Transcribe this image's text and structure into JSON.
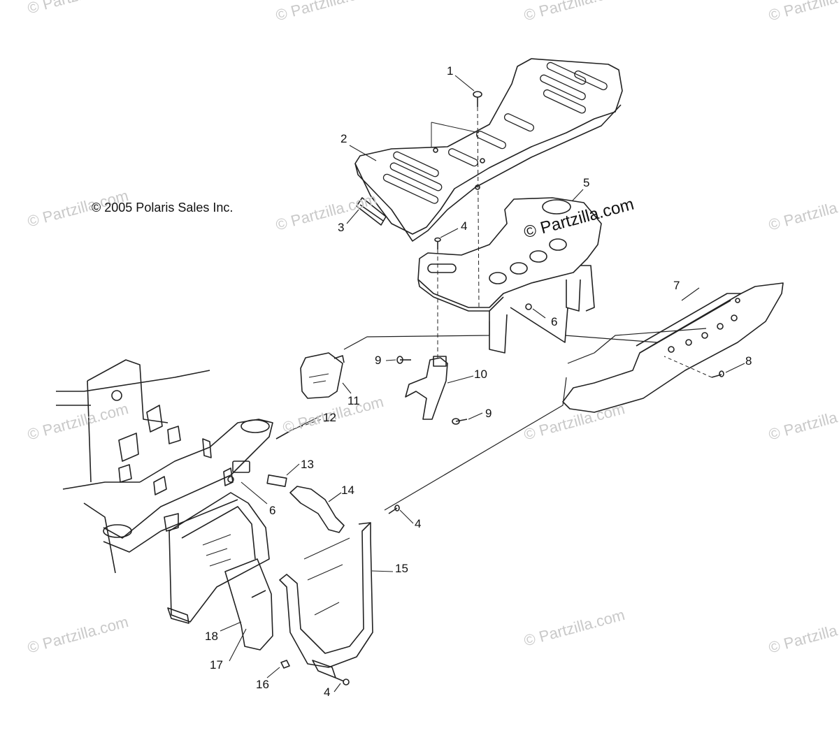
{
  "copyright": "© 2005 Polaris Sales Inc.",
  "watermark": "© Partzilla.com",
  "callouts": [
    {
      "id": "c1",
      "text": "1"
    },
    {
      "id": "c2",
      "text": "2"
    },
    {
      "id": "c3",
      "text": "3"
    },
    {
      "id": "c4a",
      "text": "4"
    },
    {
      "id": "c5",
      "text": "5"
    },
    {
      "id": "c6a",
      "text": "6"
    },
    {
      "id": "c7",
      "text": "7"
    },
    {
      "id": "c8",
      "text": "8"
    },
    {
      "id": "c9a",
      "text": "9"
    },
    {
      "id": "c10",
      "text": "10"
    },
    {
      "id": "c11",
      "text": "11"
    },
    {
      "id": "c9b",
      "text": "9"
    },
    {
      "id": "c12",
      "text": "12"
    },
    {
      "id": "c13",
      "text": "13"
    },
    {
      "id": "c6b",
      "text": "6"
    },
    {
      "id": "c14",
      "text": "14"
    },
    {
      "id": "c4b",
      "text": "4"
    },
    {
      "id": "c15",
      "text": "15"
    },
    {
      "id": "c18",
      "text": "18"
    },
    {
      "id": "c17",
      "text": "17"
    },
    {
      "id": "c16",
      "text": "16"
    },
    {
      "id": "c4c",
      "text": "4"
    }
  ]
}
